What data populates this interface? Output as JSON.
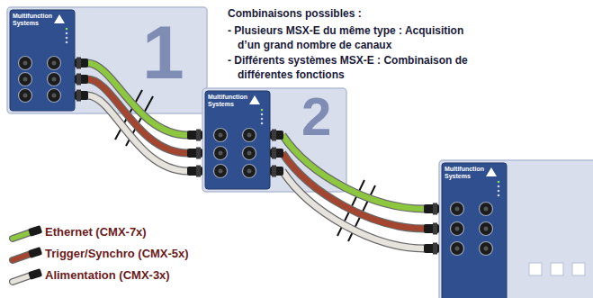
{
  "diagram": {
    "title": "Combinaisons possibles :",
    "nodes": [
      {
        "text": [
          "Multifunction Systems",
          "1"
        ]
      },
      {
        "text": [
          "Multifunction Systems",
          "2"
        ]
      },
      {
        "text": [
          "Multifunction Systems"
        ]
      }
    ],
    "edges": [
      {
        "from": 0,
        "to": 1,
        "arrow": "none"
      },
      {
        "from": 0,
        "to": 1,
        "arrow": "none"
      },
      {
        "from": 0,
        "to": 1,
        "arrow": "none"
      },
      {
        "from": 1,
        "to": 2,
        "arrow": "none"
      },
      {
        "from": 1,
        "to": 2,
        "arrow": "none"
      },
      {
        "from": 1,
        "to": 2,
        "arrow": "none"
      }
    ],
    "labels": [
      "- Plusieurs MSX-E du même type : Acquisition d’un grand nombre de canaux",
      "- Différents systèmes MSX-E : Combinaison de différentes fonctions"
    ],
    "legend": [
      {
        "text": "Ethernet (CMX-7x)",
        "color": "#8dc63f"
      },
      {
        "text": "Trigger/Synchro (CMX-5x)",
        "color": "#a3452f"
      },
      {
        "text": "Alimentation (CMX-3x)",
        "color": "#e6e2dc"
      }
    ]
  }
}
